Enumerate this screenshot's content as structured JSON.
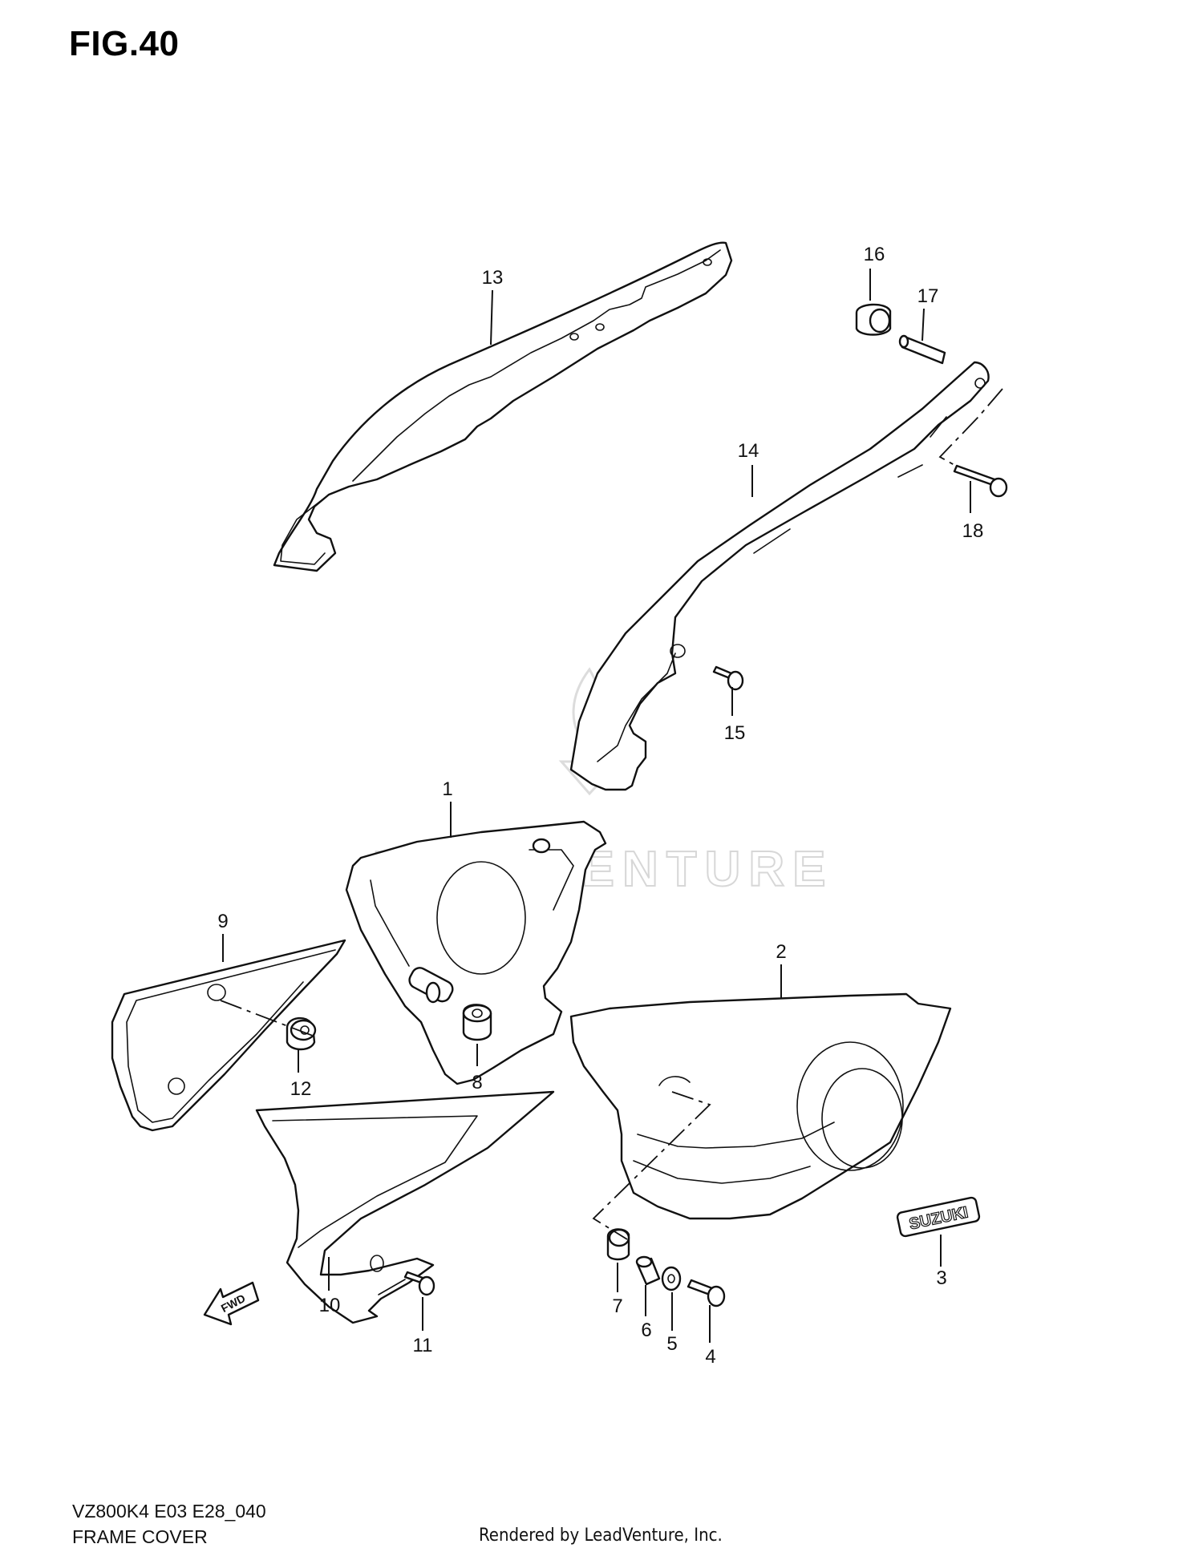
{
  "figure_title": "FIG.40",
  "watermark": "LEADVENTURE",
  "footer": {
    "code": "VZ800K4 E03 E28_040",
    "name": "FRAME COVER",
    "credit": "Rendered by LeadVenture, Inc."
  },
  "emblem_text": "SUZUKI",
  "fwd_label": "FWD",
  "callouts": {
    "c1": "1",
    "c2": "2",
    "c3": "3",
    "c4": "4",
    "c5": "5",
    "c6": "6",
    "c7": "7",
    "c8": "8",
    "c9": "9",
    "c10": "10",
    "c11": "11",
    "c12": "12",
    "c13": "13",
    "c14": "14",
    "c15": "15",
    "c16": "16",
    "c17": "17",
    "c18": "18"
  }
}
